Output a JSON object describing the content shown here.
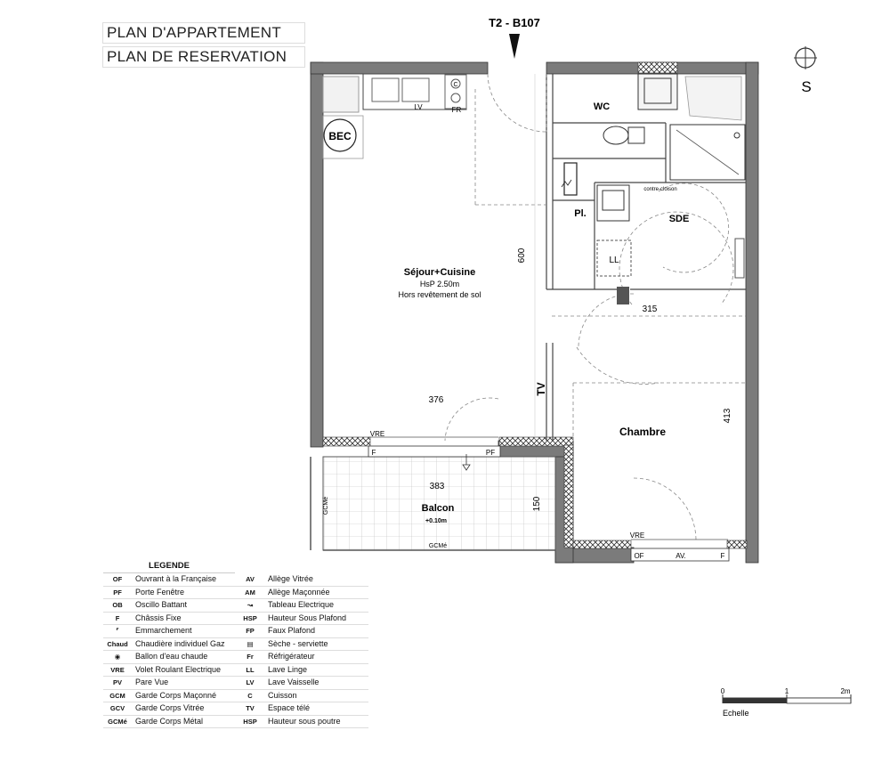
{
  "header": {
    "title_1": "PLAN D'APPARTEMENT",
    "title_2": "PLAN DE RESERVATION",
    "unit_ref": "T2 - B107",
    "orientation": "S"
  },
  "rooms": {
    "sejour": {
      "name": "Séjour+Cuisine",
      "line2": "HsP 2.50m",
      "line3": "Hors revêtement de sol"
    },
    "wc": "WC",
    "sde": "SDE",
    "chambre": "Chambre",
    "balcon": {
      "name": "Balcon",
      "level": "+0.10m"
    },
    "placard": "Pl."
  },
  "fixtures": {
    "bec": "BEC",
    "lv": "LV",
    "fr": "FR",
    "cuisson": "C",
    "ll": "LL",
    "tv": "TV",
    "contre_cloison": "contre-cloison"
  },
  "dimensions": {
    "d600": "600",
    "d315": "315",
    "d376": "376",
    "d413": "413",
    "d383": "383",
    "d150": "150"
  },
  "openings": {
    "vre_1": "VRE",
    "vre_2": "VRE",
    "f_1": "F",
    "pf": "PF",
    "of": "OF",
    "av": "AV.",
    "f_2": "F",
    "gcm_1": "GCMé",
    "gcm_2": "GCMé"
  },
  "legend": {
    "title": "LEGENDE",
    "left": [
      {
        "code": "OF",
        "label": "Ouvrant à la Française"
      },
      {
        "code": "PF",
        "label": "Porte Fenêtre"
      },
      {
        "code": "OB",
        "label": "Oscillo Battant"
      },
      {
        "code": "F",
        "label": "Châssis Fixe"
      },
      {
        "code": "",
        "label": "Emmarchement"
      },
      {
        "code": "Chaud",
        "label": "Chaudière individuel Gaz"
      },
      {
        "code": "",
        "label": "Ballon d'eau chaude"
      },
      {
        "code": "VRE",
        "label": "Volet Roulant Electrique"
      },
      {
        "code": "PV",
        "label": "Pare Vue"
      },
      {
        "code": "GCM",
        "label": "Garde Corps Maçonné"
      },
      {
        "code": "GCV",
        "label": "Garde Corps Vitrée"
      },
      {
        "code": "GCMé",
        "label": "Garde Corps Métal"
      }
    ],
    "right": [
      {
        "code": "AV",
        "label": "Allège Vitrée"
      },
      {
        "code": "AM",
        "label": "Allège Maçonnée"
      },
      {
        "code": "",
        "label": "Tableau Electrique"
      },
      {
        "code": "HSP",
        "label": "Hauteur Sous Plafond"
      },
      {
        "code": "FP",
        "label": "Faux Plafond"
      },
      {
        "code": "",
        "label": "Sèche - serviette"
      },
      {
        "code": "Fr",
        "label": "Réfrigérateur"
      },
      {
        "code": "LL",
        "label": "Lave Linge"
      },
      {
        "code": "LV",
        "label": "Lave Vaisselle"
      },
      {
        "code": "C",
        "label": "Cuisson"
      },
      {
        "code": "TV",
        "label": "Espace télé"
      },
      {
        "code": "HSP",
        "label": "Hauteur sous poutre"
      }
    ]
  },
  "scale": {
    "t0": "0",
    "t1": "1",
    "t2": "2m",
    "label": "Echelle"
  }
}
